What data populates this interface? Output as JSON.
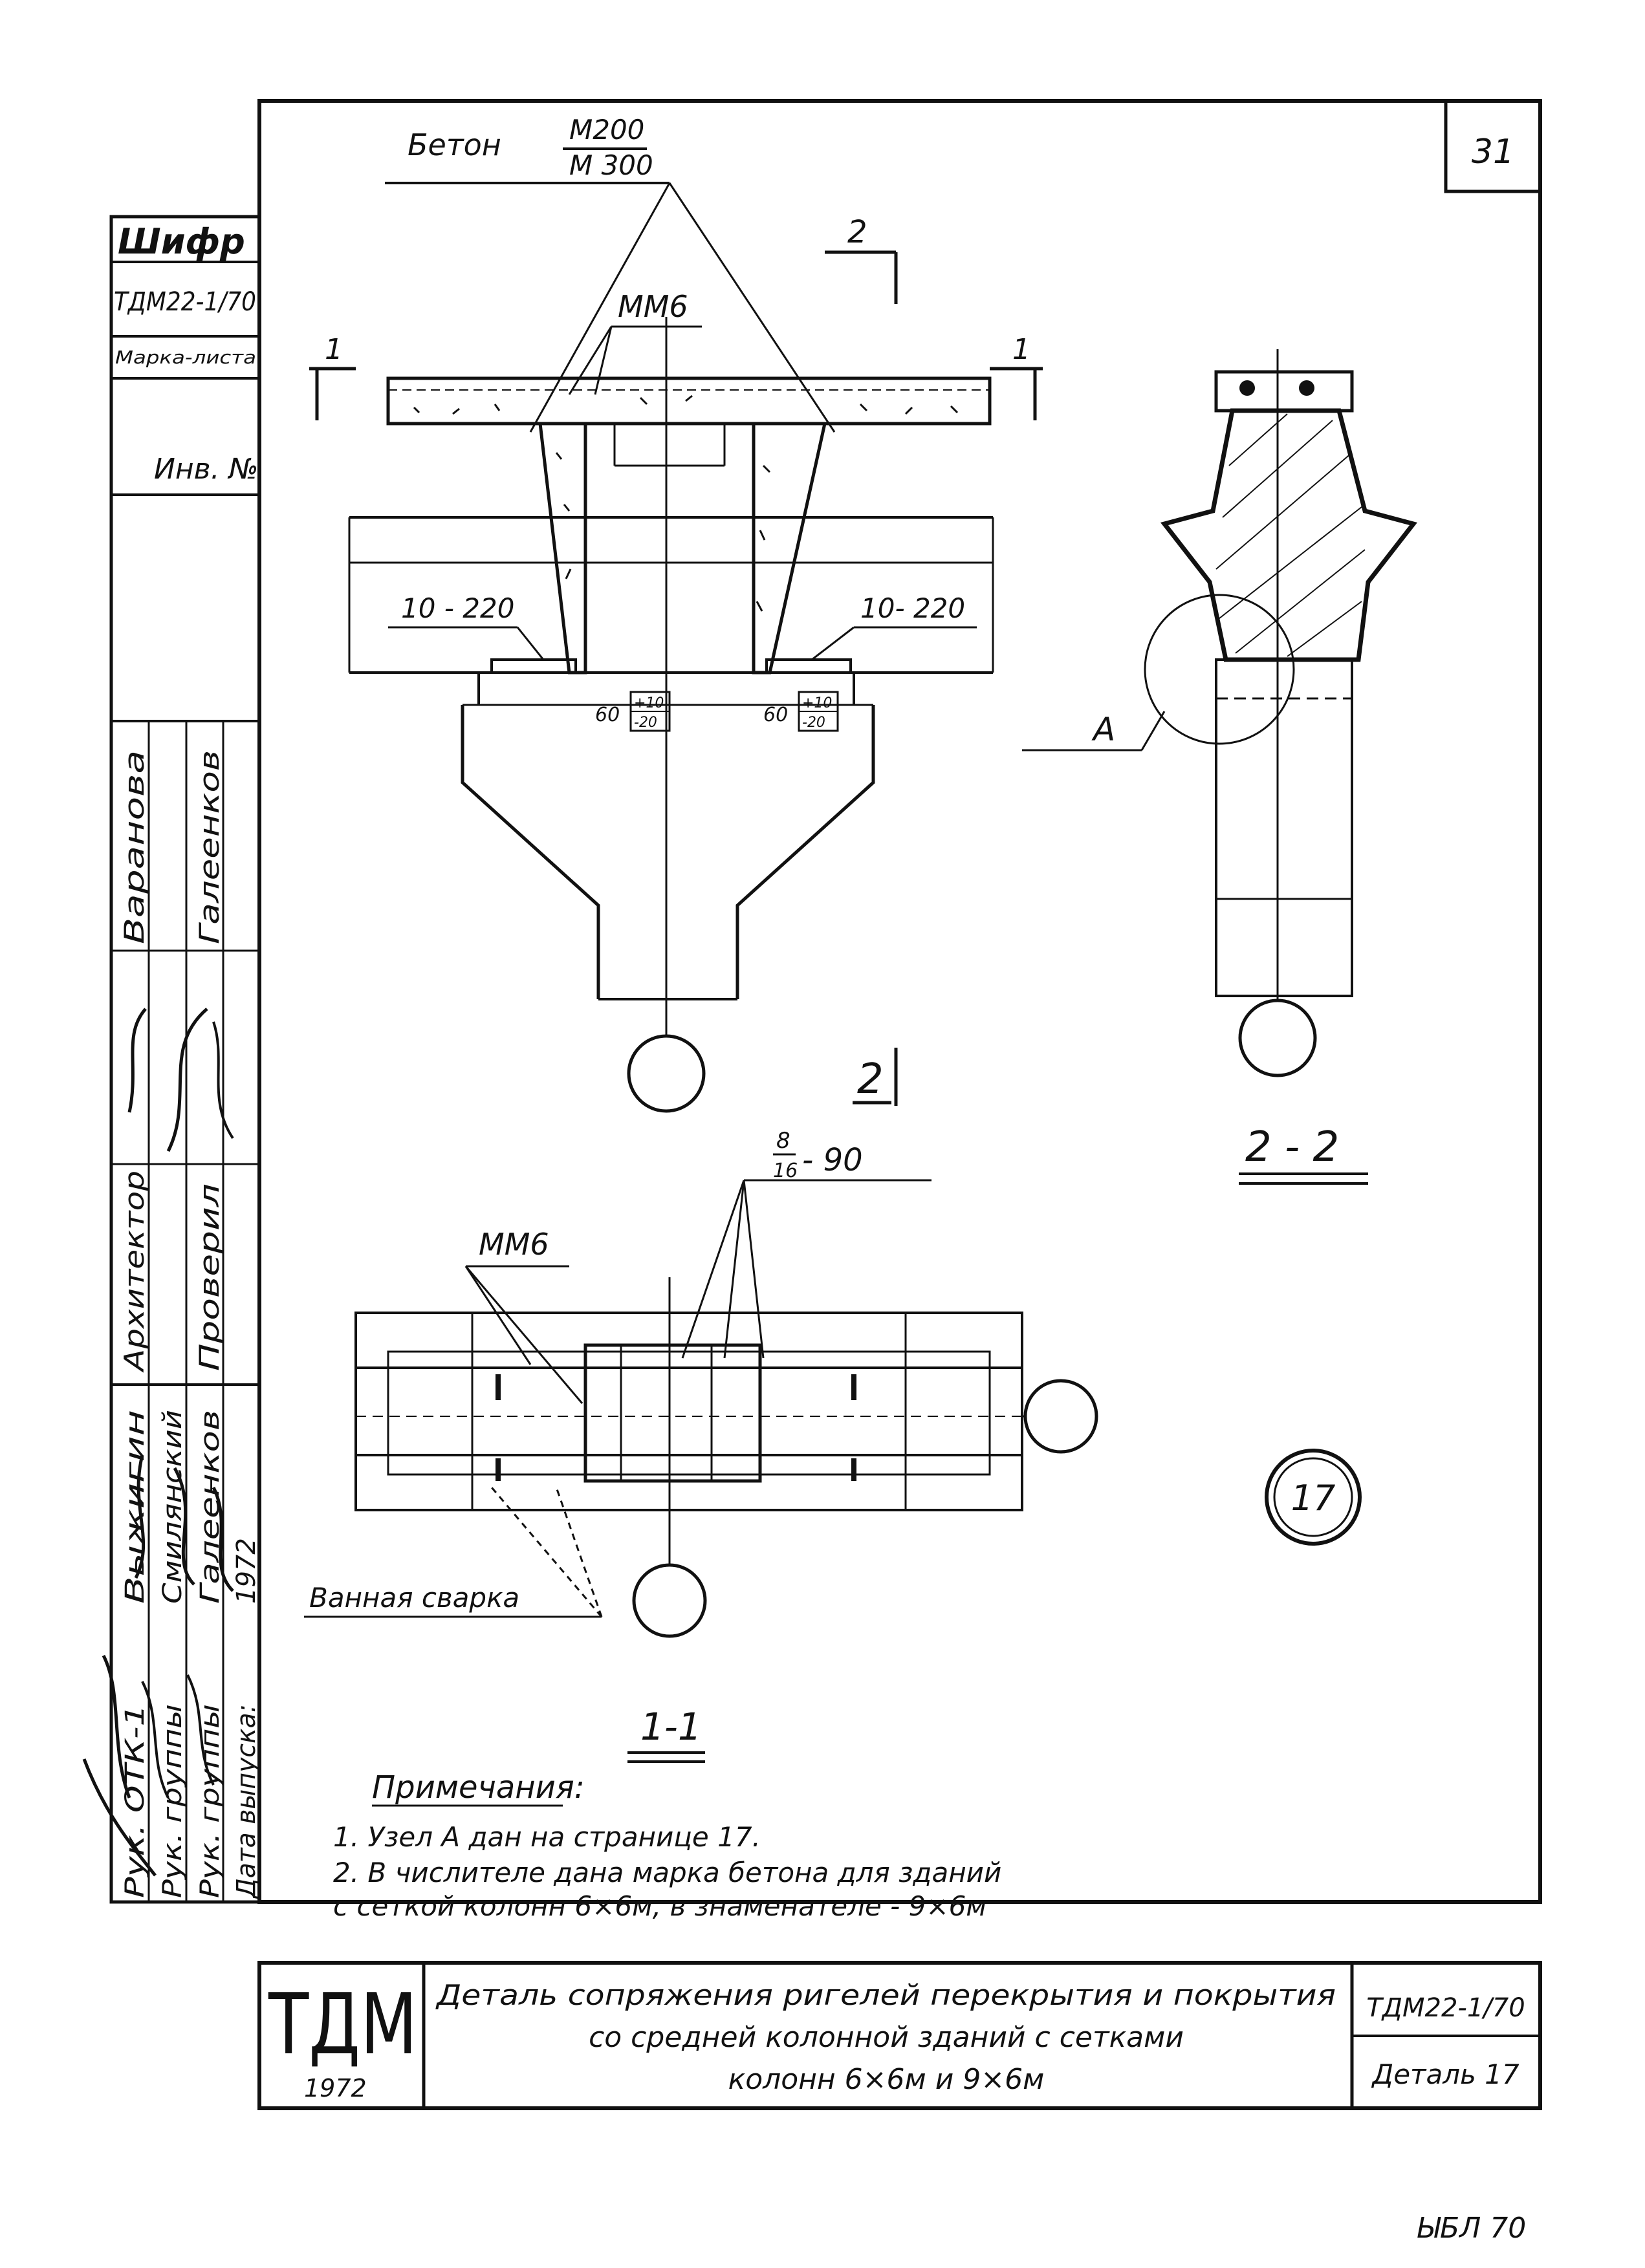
{
  "sheet": {
    "page_number": "31",
    "concrete": {
      "label": "Бетон",
      "numerator": "M200",
      "denominator": "M 300"
    },
    "section_marks": {
      "cut1": "1",
      "cut2": "2"
    },
    "main_view": {
      "mesh_label": "ММ6",
      "bar_left": "10 - 220",
      "bar_right": "10- 220",
      "dim_left": "60",
      "dim_left_box": {
        "top": "+10",
        "bottom": "-20"
      },
      "dim_right": "60",
      "dim_right_box": {
        "top": "+10",
        "bottom": "-20"
      }
    },
    "section_2_2": {
      "node_label": "А",
      "caption": "2 - 2"
    },
    "plan_1_1": {
      "mesh_label": "ММ6",
      "weld_label": "Ванная сварка",
      "bar_spec_num": "8",
      "bar_spec_den": "16",
      "bar_spec_tail": "- 90",
      "caption": "1-1"
    },
    "detail_number": "17",
    "notes": {
      "title": "Примечания:",
      "items": [
        "1.  Узел А дан на странице 17.",
        "2.  В числителе дана марка бетона для зданий",
        "     с сеткой колонн 6×6м, в знаменателе - 9×6м"
      ]
    },
    "left_column": {
      "cipher_label": "Шифр",
      "cipher_value": "ТДМ22-1/70",
      "sheet_mark": "Марка-листа",
      "inv_no": "Инв. №"
    },
    "side_stamp": {
      "col1": [
        "Рук. ОТК-1",
        "Рук. группы",
        "Рук. группы",
        "Дата выпуска:"
      ],
      "col3": [
        "Выжигин",
        "Смилянский",
        "Галеенков",
        "1972"
      ],
      "col4": [
        "Архитектор",
        "Проверил"
      ],
      "col6": [
        "Варанова",
        "Галеенков"
      ]
    },
    "title_block": {
      "logo": "ТДМ",
      "year": "1972",
      "title_lines": [
        "Деталь сопряжения ригелей перекрытия и покрытия",
        "со средней колонной зданий с сетками",
        "колонн 6×6м и 9×6м"
      ],
      "code": "ТДМ22-1/70",
      "sheet": "Деталь 17"
    },
    "footer": "ЫБЛ  70"
  }
}
